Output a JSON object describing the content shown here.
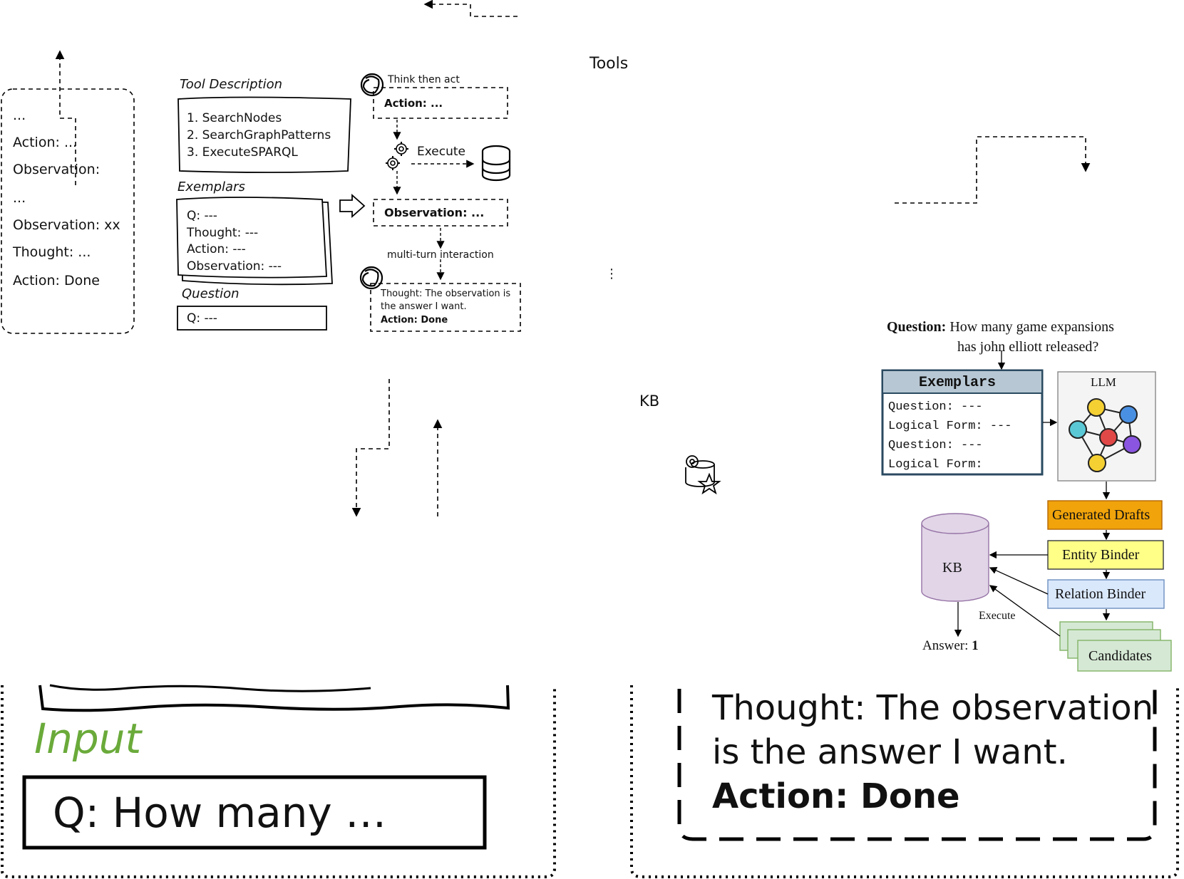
{
  "top_left": {
    "trace_lines": [
      "...",
      "Action: ...",
      "Observation:",
      "...",
      "Observation: xx",
      "Thought: ...",
      "Action: Done"
    ],
    "tool_description_heading": "Tool Description",
    "tools": [
      "1. SearchNodes",
      "2. SearchGraphPatterns",
      "3. ExecuteSPARQL"
    ],
    "exemplars_heading": "Exemplars",
    "exemplar_lines": [
      "Q: ---",
      "Thought: ---",
      "Action: ---",
      "Observation: ---"
    ],
    "question_heading": "Question",
    "question_text": "Q: ---",
    "think_then_act": "Think then act",
    "action_box": "Action: ...",
    "execute_label": "Execute",
    "observation_box": "Observation: ...",
    "multi_turn": "multi-turn interaction",
    "final_thought": "Thought: The observation is the answer I want.",
    "final_action": "Action: Done"
  },
  "labels": {
    "tools": "Tools",
    "kb": "KB",
    "ellipsis": "⋮"
  },
  "pipeline": {
    "question_label": "Question:",
    "question_text_line1": "How many game expansions",
    "question_text_line2": "has john elliott released?",
    "exemplars_title": "Exemplars",
    "exemplar_lines": [
      "Question: ---",
      "Logical Form: ---",
      "Question: ---",
      "Logical Form:"
    ],
    "llm_label": "LLM",
    "generated_drafts": "Generated Drafts",
    "entity_binder": "Entity Binder",
    "relation_binder": "Relation Binder",
    "candidates": "Candidates",
    "kb_label": "KB",
    "execute_label": "Execute",
    "answer_label": "Answer:",
    "answer_value": "1",
    "colors": {
      "exemplars_header": "#b7c7d3",
      "exemplars_border": "#2a4a60",
      "generated_drafts": "#f0a30a",
      "entity_binder": "#ffff88",
      "relation_binder": "#dae8fc",
      "candidates": "#d5e8d4",
      "kb_fill": "#e1d5e7",
      "llm_node_colors": [
        "#f5d033",
        "#4a90e2",
        "#5bc8d6",
        "#e04848",
        "#8a55e0",
        "#f5d033"
      ]
    }
  },
  "bottom_left": {
    "input_heading": "Input",
    "input_color": "#6aaa3a",
    "question_text": "Q: How many …"
  },
  "bottom_right": {
    "thought_line1": "Thought: The observation",
    "thought_line2": "is the answer I want.",
    "action_line": "Action: Done"
  }
}
